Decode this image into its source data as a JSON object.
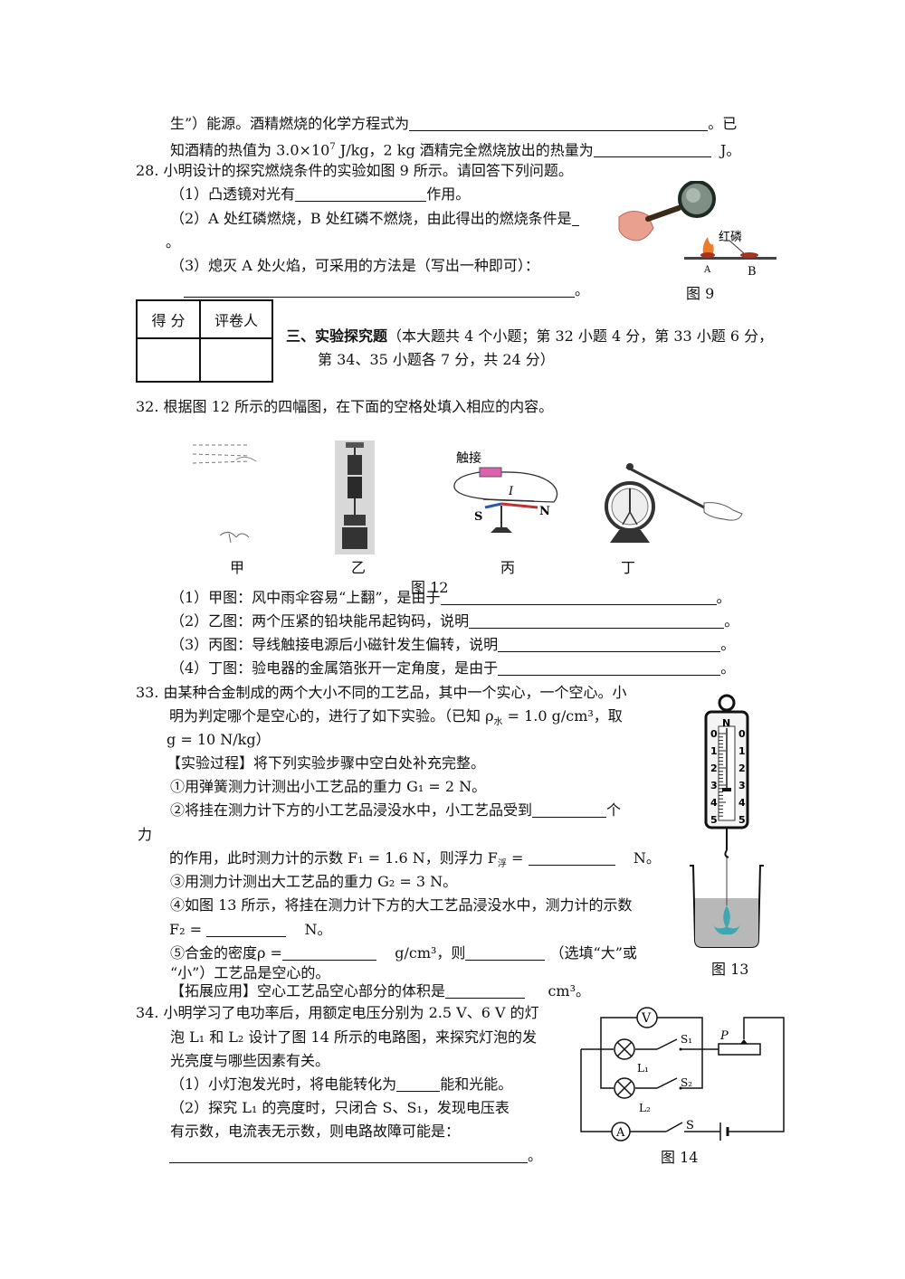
{
  "top": {
    "line1_a": "生”）能源。酒精燃烧的化学方程式为",
    "line1_b": "。已",
    "line2_a": "知酒精的热值为 3.0×10",
    "line2_exp": "7",
    "line2_b": " J/kg，2 kg 酒精完全燃烧放出的热量为",
    "line2_c": "J。"
  },
  "q28": {
    "stem": "28. 小明设计的探究燃烧条件的实验如图 9 所示。请回答下列问题。",
    "p1_a": "（1）凸透镜对光有",
    "p1_b": "作用。",
    "p2": "（2）A 处红磷燃烧，B 处红磷不燃烧，由此得出的燃烧条件是",
    "p2_end": "。",
    "p3": "（3）熄灭 A 处火焰，可采用的方法是（写出一种即可）：",
    "p3_end": "。",
    "fig_label_phos": "红磷",
    "fig_label_a": "A",
    "fig_label_b": "B",
    "fig_caption": "图 9"
  },
  "score_table": {
    "col1": "得 分",
    "col2": "评卷人"
  },
  "section3": {
    "title": "三、实验探究题",
    "desc1": "（本大题共 4 个小题；第 32 小题 4 分，第 33 小题 6 分，",
    "desc2": "第 34、35 小题各 7 分，共 24 分）"
  },
  "q32": {
    "stem": "32. 根据图 12 所示的四幅图，在下面的空格处填入相应的内容。",
    "fig_labels": [
      "甲",
      "乙",
      "丙",
      "丁"
    ],
    "touch_label": "触接",
    "current_label": "I",
    "s_label": "S",
    "n_label": "N",
    "fig_caption": "图 12",
    "items": [
      "（1）甲图：风中雨伞容易“上翻”，是由于",
      "（2）乙图：两个压紧的铅块能吊起钩码，说明",
      "（3）丙图：导线触接电源后小磁针发生偏转，说明",
      "（4）丁图：验电器的金属箔张开一定角度，是由于"
    ],
    "item_end": "。"
  },
  "q33": {
    "l1": "33. 由某种合金制成的两个大小不同的工艺品，其中一个实心，一个空心。小",
    "l2": "明为判定哪个是空心的，进行了如下实验。（已知 ρ",
    "l2_sub": "水",
    "l2_b": " = 1.0 g/cm³，取",
    "l3": "g = 10 N/kg）",
    "l4": "【实验过程】将下列实验步骤中空白处补充完整。",
    "l5": "①用弹簧测力计测出小工艺品的重力 G₁ = 2 N。",
    "l6_a": "②将挂在测力计下方的小工艺品浸没水中，小工艺品受到",
    "l6_b": "个",
    "l7": "力",
    "l8_a": "的作用，此时测力计的示数 F₁ = 1.6 N，则浮力 F",
    "l8_sub": "浮",
    "l8_b": " =",
    "l8_c": "N。",
    "l9": "③用测力计测出大工艺品的重力 G₂ =  3 N。",
    "l10": "④如图 13 所示，将挂在测力计下方的大工艺品浸没水中，测力计的示数",
    "l11_a": "F₂ =",
    "l11_b": "N。",
    "l12_a": "⑤合金的密度ρ =",
    "l12_b": "g/cm³，则",
    "l12_c": "（选填“大”或",
    "l13": "“小”）工艺品是空心的。",
    "l14_a": "【拓展应用】空心工艺品空心部分的体积是",
    "l14_b": "cm³。",
    "scale_n": "N",
    "scale_nums": [
      "0",
      "1",
      "2",
      "3",
      "4",
      "5"
    ],
    "fig_caption": "图 13"
  },
  "q34": {
    "l1": "34. 小明学习了电功率后，用额定电压分别为 2.5 V、6 V 的灯",
    "l2": "泡 L₁ 和 L₂ 设计了图 14 所示的电路图，来探究灯泡的发",
    "l3": "光亮度与哪些因素有关。",
    "l4_a": "（1）小灯泡发光时，将电能转化为",
    "l4_b": "能和光能。",
    "l5": "（2）探究 L₁ 的亮度时，只闭合 S、S₁，发现电压表",
    "l6": "有示数，电流表无示数，则电路故障可能是：",
    "l7_end": "。",
    "labels": {
      "v": "V",
      "a": "A",
      "p": "P",
      "s1": "S₁",
      "s2": "S₂",
      "s": "S",
      "l1": "L₁",
      "l2": "L₂"
    },
    "fig_caption": "图 14"
  }
}
